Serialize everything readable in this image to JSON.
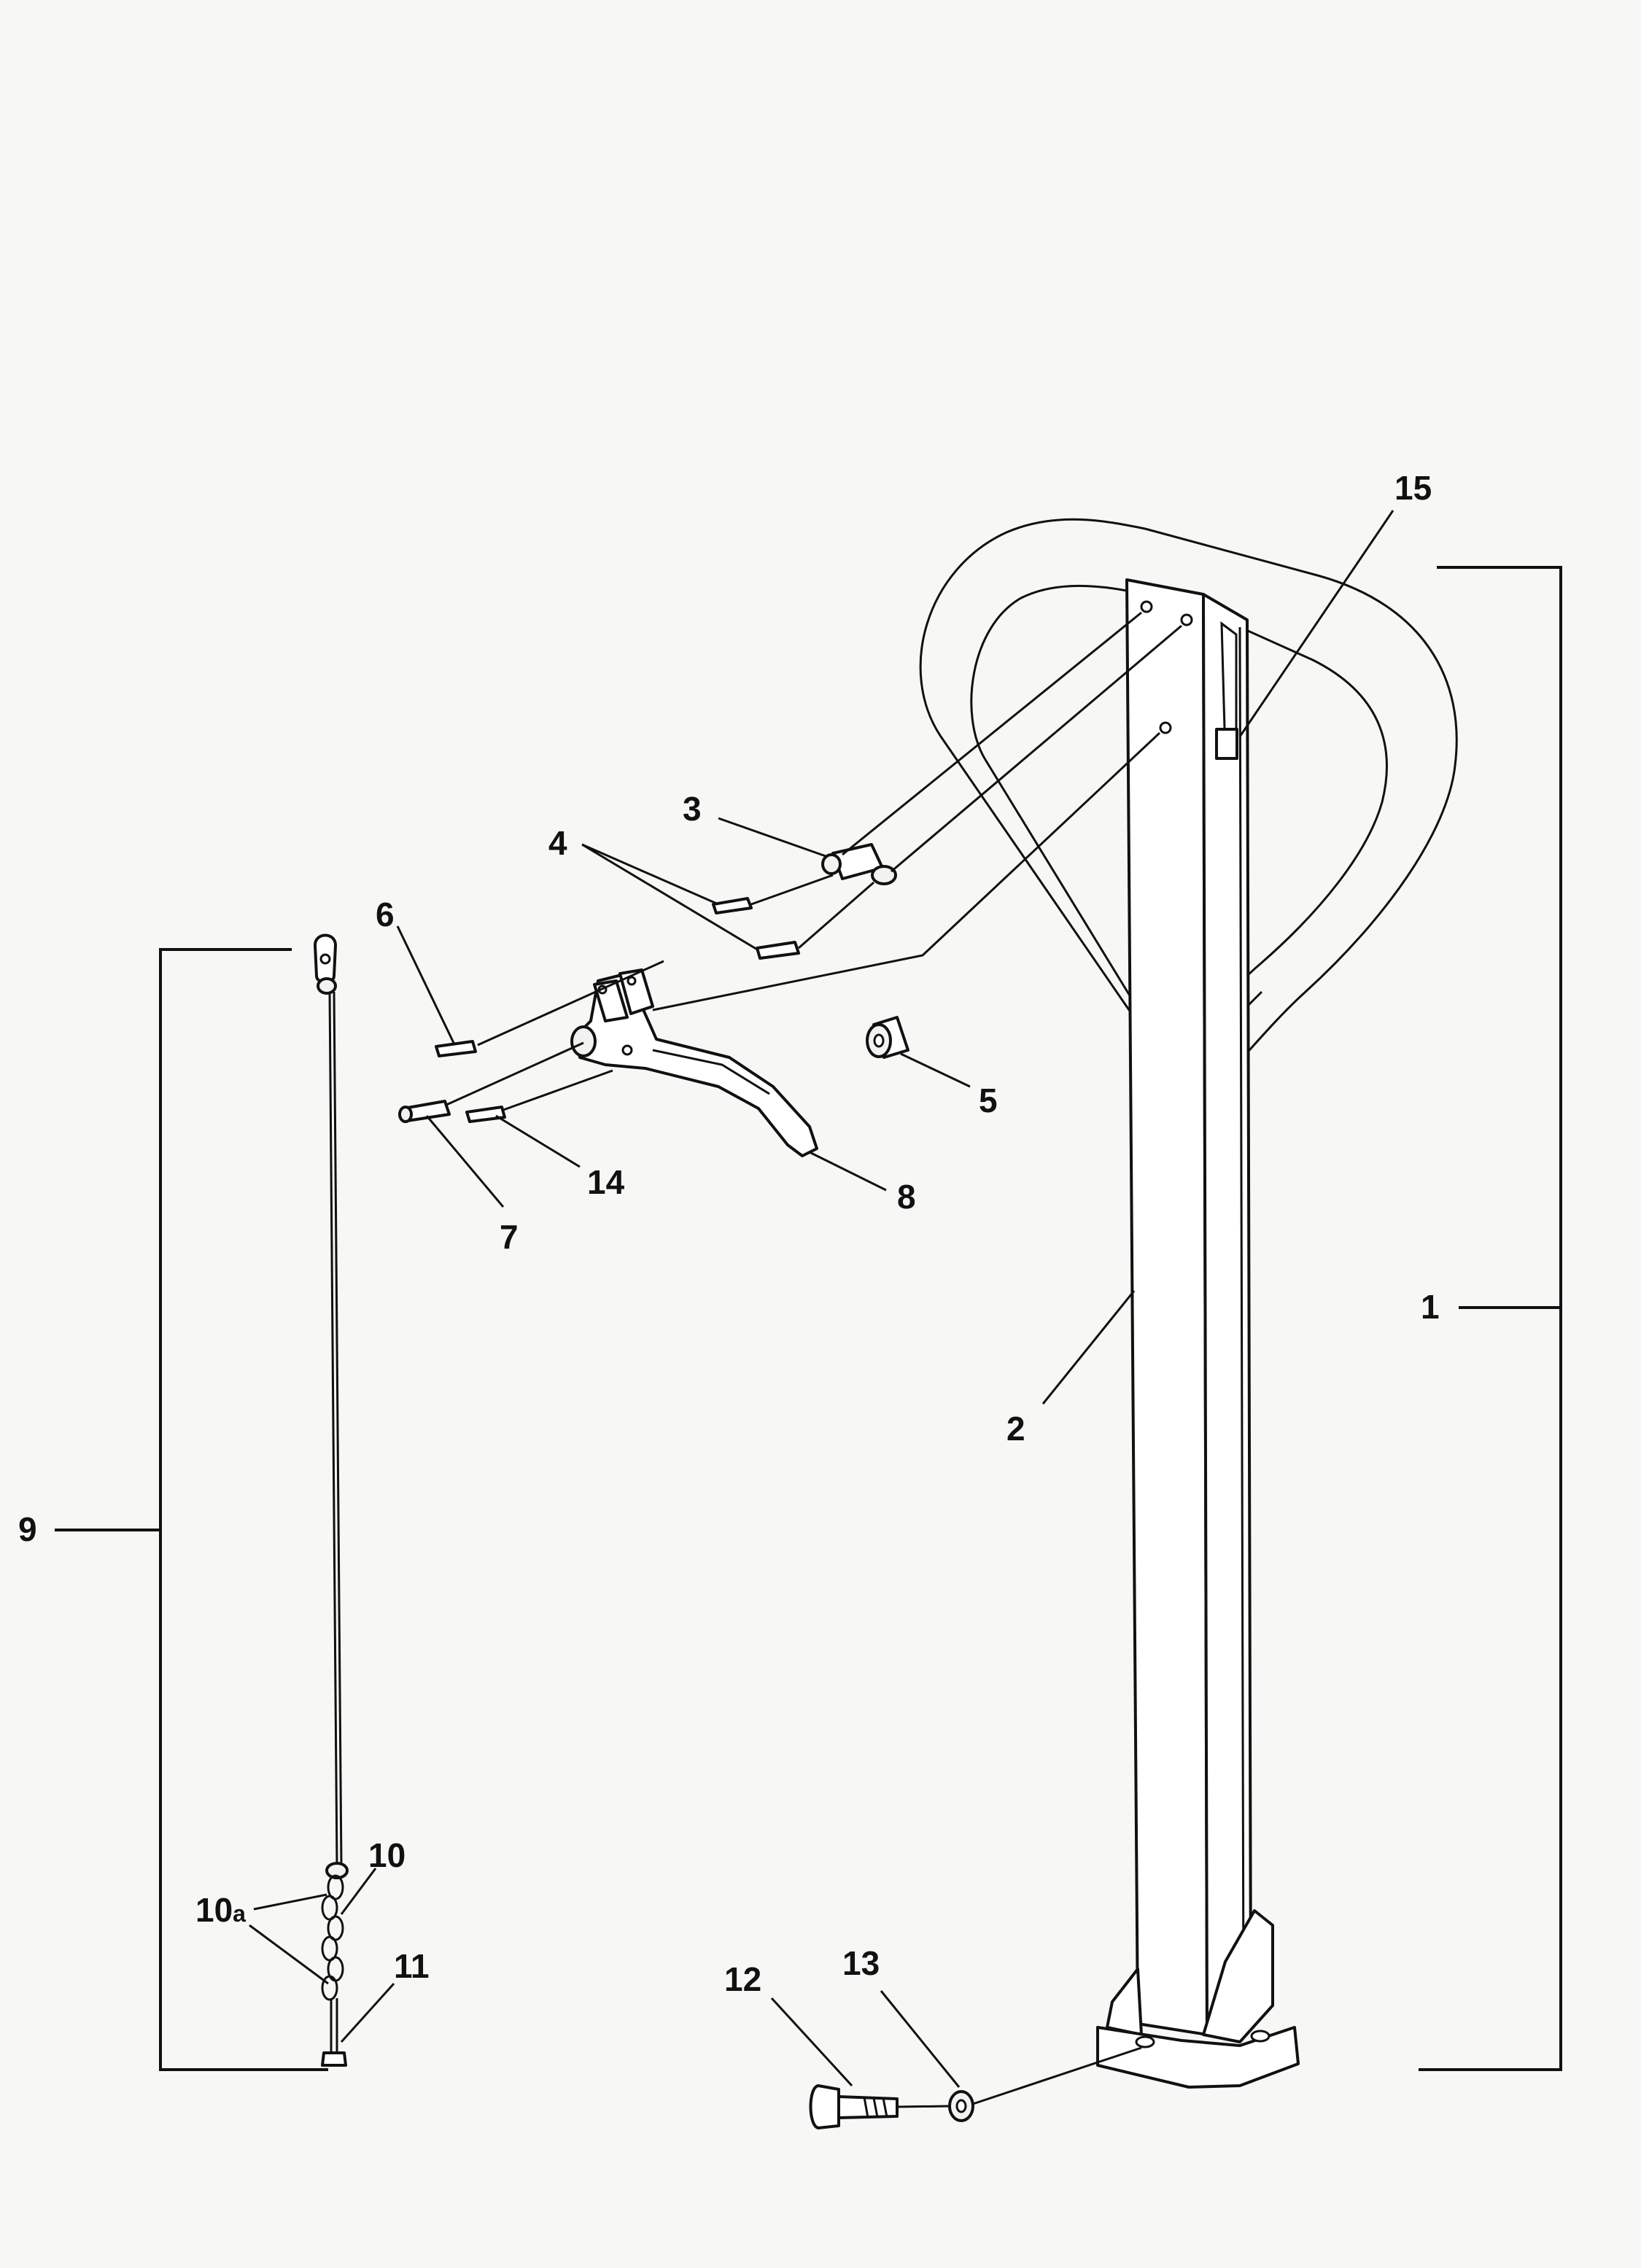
{
  "callouts": {
    "c1": "1",
    "c2": "2",
    "c3": "3",
    "c4": "4",
    "c5": "5",
    "c6": "6",
    "c7": "7",
    "c8": "8",
    "c9": "9",
    "c10": "10",
    "c10a_main": "10",
    "c10a_sub": "a",
    "c11": "11",
    "c12": "12",
    "c13": "13",
    "c14": "14",
    "c15": "15"
  },
  "colors": {
    "paper": "#f7f7f5",
    "ink": "#111111"
  }
}
